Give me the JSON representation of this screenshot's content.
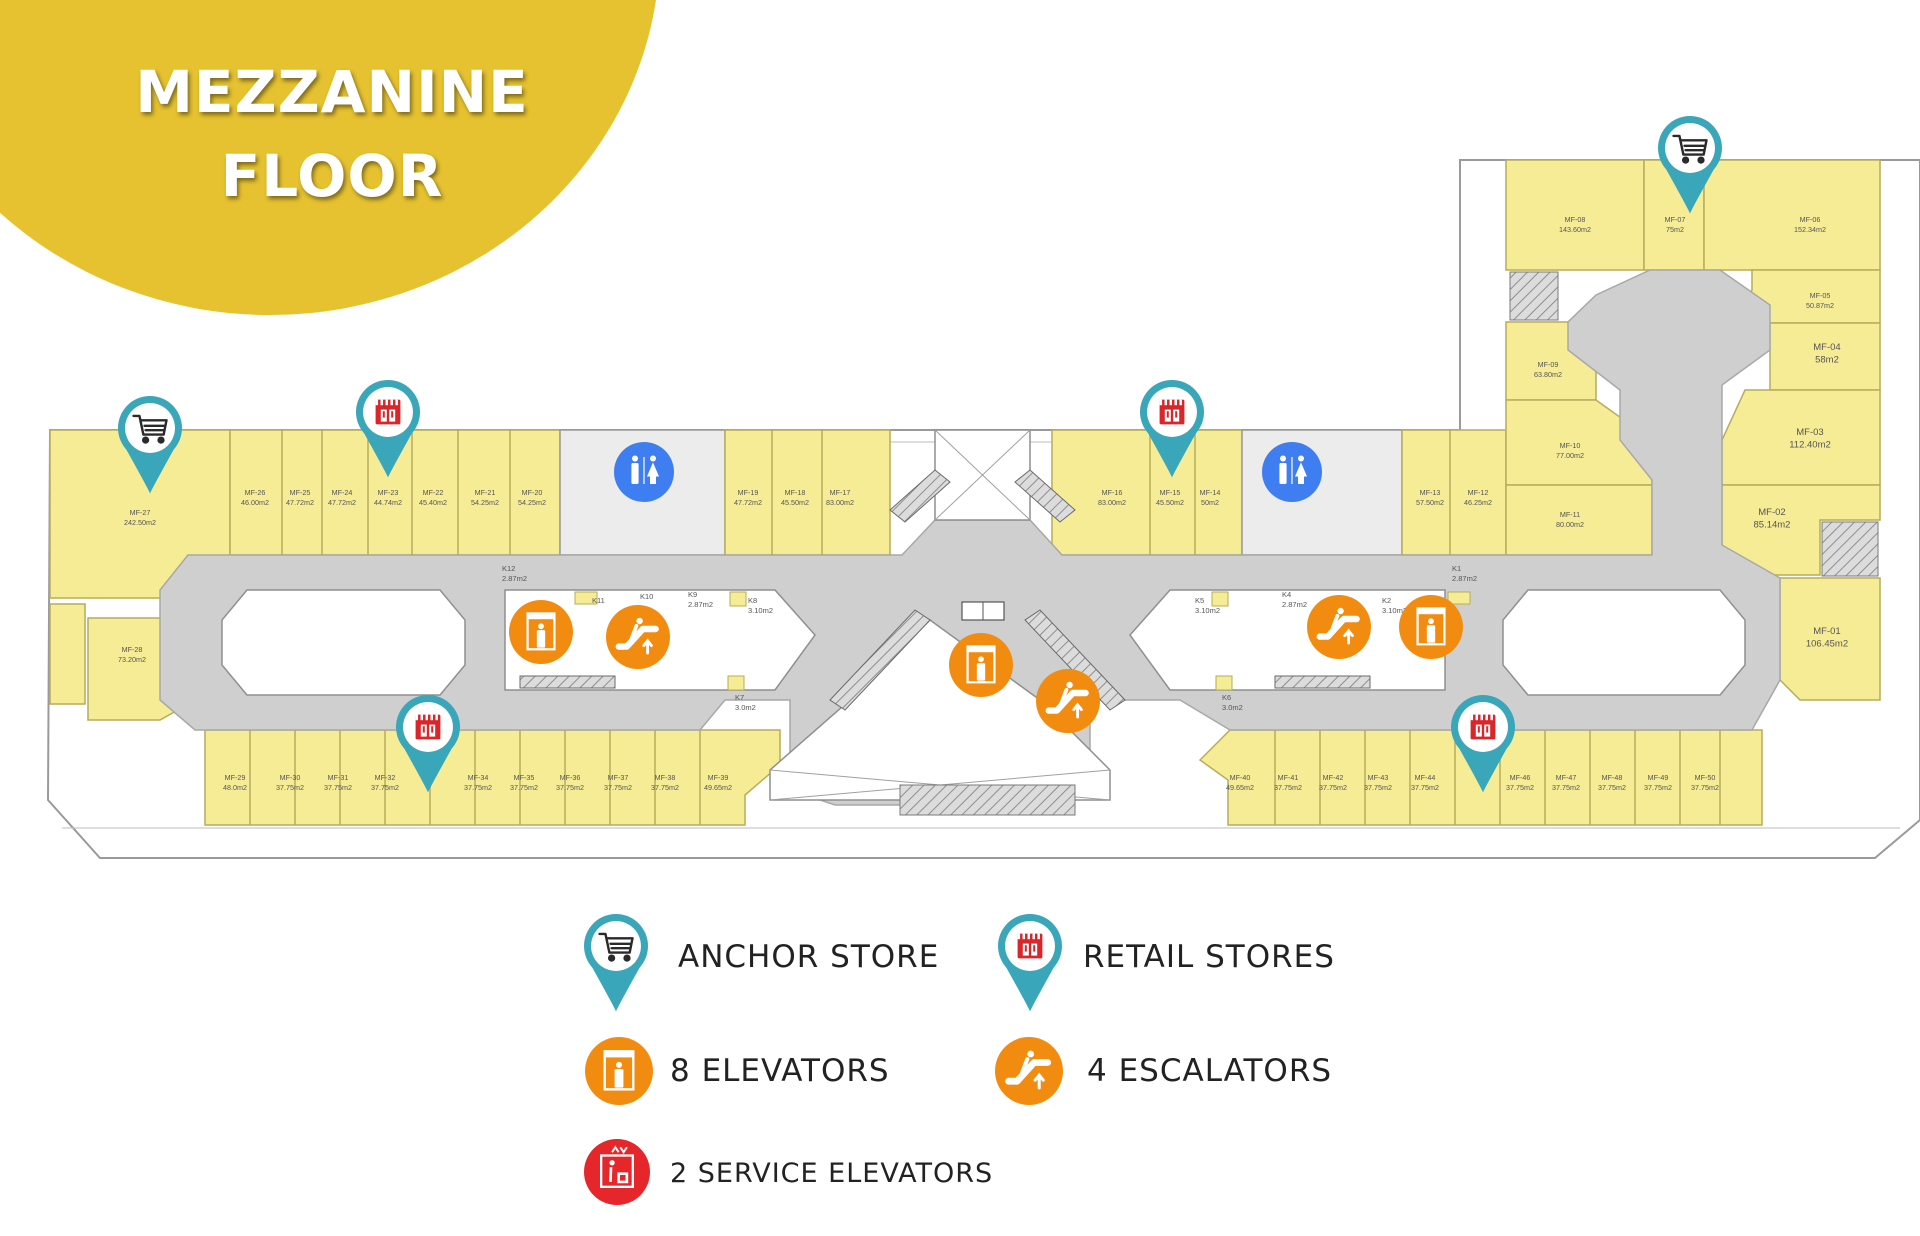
{
  "title": {
    "line1": "MEZZANINE",
    "line2": "FLOOR"
  },
  "colors": {
    "title_bg": "#e6c230",
    "unit_fill": "#f7ec96",
    "unit_stroke": "#b6ac5a",
    "corridor": "#cfcfcf",
    "marker_teal": "#3aa6b9",
    "amenity_orange": "#f28c11",
    "restroom_blue": "#3e7ef0",
    "service_red": "#e5262b"
  },
  "units": {
    "mf08": {
      "id": "MF-08",
      "area": "143.60m2"
    },
    "mf07": {
      "id": "MF-07",
      "area": "75m2"
    },
    "mf06": {
      "id": "MF-06",
      "area": "152.34m2"
    },
    "mf05": {
      "id": "MF-05",
      "area": "50.87m2"
    },
    "mf04": {
      "id": "MF-04",
      "area": "58m2"
    },
    "mf03": {
      "id": "MF-03",
      "area": "112.40m2"
    },
    "mf02": {
      "id": "MF-02",
      "area": "85.14m2"
    },
    "mf01": {
      "id": "MF-01",
      "area": "106.45m2"
    },
    "mf09": {
      "id": "MF-09",
      "area": "63.80m2"
    },
    "mf10": {
      "id": "MF-10",
      "area": "77.00m2"
    },
    "mf11": {
      "id": "MF-11",
      "area": "80.00m2"
    },
    "mf12": {
      "id": "MF-12",
      "area": "46.25m2"
    },
    "mf13": {
      "id": "MF-13",
      "area": "57.50m2"
    },
    "mf14": {
      "id": "MF-14",
      "area": "50m2"
    },
    "mf15": {
      "id": "MF-15",
      "area": "45.50m2"
    },
    "mf16": {
      "id": "MF-16",
      "area": "83.00m2"
    },
    "mf17": {
      "id": "MF-17",
      "area": "83.00m2"
    },
    "mf18": {
      "id": "MF-18",
      "area": "45.50m2"
    },
    "mf19": {
      "id": "MF-19",
      "area": "47.72m2"
    },
    "mf20": {
      "id": "MF-20",
      "area": "54.25m2"
    },
    "mf21": {
      "id": "MF-21",
      "area": "54.25m2"
    },
    "mf22": {
      "id": "MF-22",
      "area": "45.40m2"
    },
    "mf23": {
      "id": "MF-23",
      "area": "44.74m2"
    },
    "mf24": {
      "id": "MF-24",
      "area": "47.72m2"
    },
    "mf25": {
      "id": "MF-25",
      "area": "47.72m2"
    },
    "mf26": {
      "id": "MF-26",
      "area": "46.00m2"
    },
    "mf27": {
      "id": "MF-27",
      "area": "242.50m2"
    },
    "mf28": {
      "id": "MF-28",
      "area": "73.20m2"
    },
    "mf29": {
      "id": "MF-29",
      "area": "48.0m2"
    },
    "mf30": {
      "id": "MF-30",
      "area": "37.75m2"
    },
    "mf31": {
      "id": "MF-31",
      "area": "37.75m2"
    },
    "mf32": {
      "id": "MF-32",
      "area": "37.75m2"
    },
    "mf34": {
      "id": "MF-34",
      "area": "37.75m2"
    },
    "mf35": {
      "id": "MF-35",
      "area": "37.75m2"
    },
    "mf36": {
      "id": "MF-36",
      "area": "37.75m2"
    },
    "mf37": {
      "id": "MF-37",
      "area": "37.75m2"
    },
    "mf38": {
      "id": "MF-38",
      "area": "37.75m2"
    },
    "mf39": {
      "id": "MF-39",
      "area": "49.65m2"
    },
    "mf40": {
      "id": "MF-40",
      "area": "49.65m2"
    },
    "mf41": {
      "id": "MF-41",
      "area": "37.75m2"
    },
    "mf42": {
      "id": "MF-42",
      "area": "37.75m2"
    },
    "mf43": {
      "id": "MF-43",
      "area": "37.75m2"
    },
    "mf44": {
      "id": "MF-44",
      "area": "37.75m2"
    },
    "mf46": {
      "id": "MF-46",
      "area": "37.75m2"
    },
    "mf47": {
      "id": "MF-47",
      "area": "37.75m2"
    },
    "mf48": {
      "id": "MF-48",
      "area": "37.75m2"
    },
    "mf49": {
      "id": "MF-49",
      "area": "37.75m2"
    },
    "mf50": {
      "id": "MF-50",
      "area": "37.75m2"
    }
  },
  "kiosks": {
    "k1": {
      "id": "K1",
      "area": "2.87m2"
    },
    "k2": {
      "id": "K2",
      "area": "3.10m2"
    },
    "k4": {
      "id": "K4",
      "area": "2.87m2"
    },
    "k5": {
      "id": "K5",
      "area": "3.10m2"
    },
    "k6": {
      "id": "K6",
      "area": "3.0m2"
    },
    "k7": {
      "id": "K7",
      "area": "3.0m2"
    },
    "k8": {
      "id": "K8",
      "area": "3.10m2"
    },
    "k9": {
      "id": "K9",
      "area": "2.87m2"
    },
    "k10": {
      "id": "K10"
    },
    "k11": {
      "id": "K11"
    },
    "k12": {
      "id": "K12",
      "area": "2.87m2"
    }
  },
  "legend": {
    "anchor": "ANCHOR STORE",
    "retail": "RETAIL STORES",
    "elevators": "8  ELEVATORS",
    "escalators": "4  ESCALATORS",
    "service": "2  SERVICE ELEVATORS"
  }
}
